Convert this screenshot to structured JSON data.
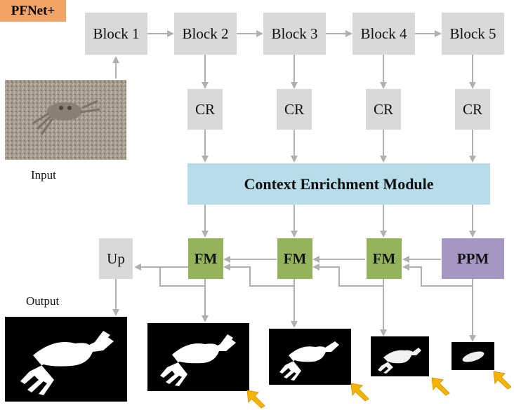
{
  "title": "PFNet+",
  "blocks": [
    "Block 1",
    "Block 2",
    "Block 3",
    "Block 4",
    "Block 5"
  ],
  "cr_label": "CR",
  "cem_label": "Context Enrichment Module",
  "fm_label": "FM",
  "ppm_label": "PPM",
  "up_label": "Up",
  "input_label": "Input",
  "output_label": "Output",
  "colors": {
    "gray_box": "#d9d9d9",
    "cem": "#b7dde8",
    "fm": "#93b35a",
    "ppm": "#a596c4",
    "title_bg": "#f2a466",
    "arrow": "#b0b0b0",
    "supervision_arrow": "#f5b400"
  },
  "supervision_icons": [
    "arrow-icon",
    "arrow-icon",
    "arrow-icon",
    "arrow-icon"
  ]
}
